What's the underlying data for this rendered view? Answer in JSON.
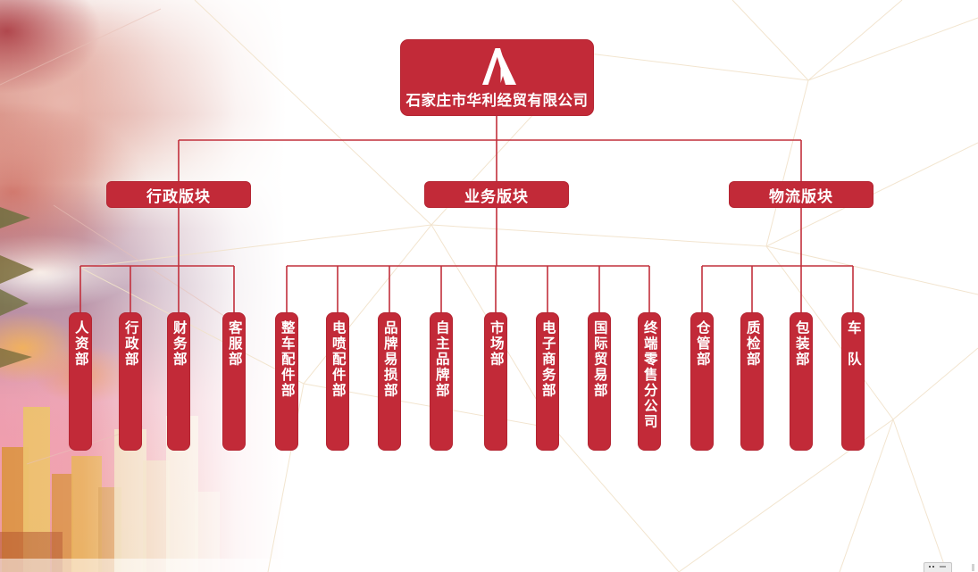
{
  "org": {
    "root": {
      "label": "石家庄市华利经贸有限公司"
    },
    "groups": [
      {
        "label": "行政版块",
        "children": [
          "人资部",
          "行政部",
          "财务部",
          "客服部"
        ]
      },
      {
        "label": "业务版块",
        "children": [
          "整车配件部",
          "电喷配件部",
          "品牌易损部",
          "自主品牌部",
          "市场部",
          "电子商务部",
          "国际贸易部",
          "终端零售分公司"
        ]
      },
      {
        "label": "物流版块",
        "children": [
          "仓管部",
          "质检部",
          "包装部",
          "车　队"
        ]
      }
    ]
  },
  "icons": {
    "logo": "huali-mountain-logo"
  },
  "colors": {
    "primary_red": "#c22a38",
    "connector_red": "#c2303c",
    "text_white": "#ffffff",
    "mesh_tan": "#f1e2ca",
    "sky_pink": "#ef9fae",
    "building_gold": "#e2a954"
  }
}
